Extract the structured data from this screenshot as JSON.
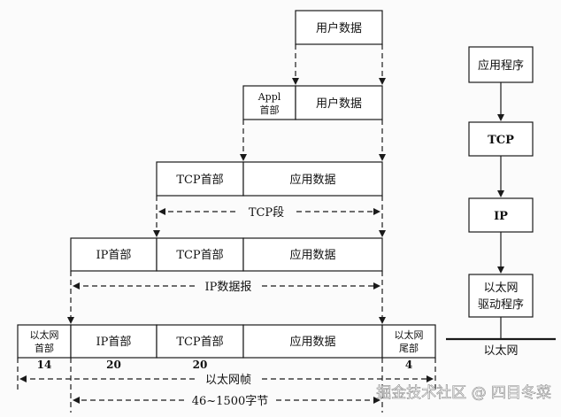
{
  "layers": {
    "user_data": "用户数据",
    "appl_header_line1": "Appl",
    "appl_header_line2": "首部",
    "user_data_2": "用户数据",
    "tcp_header": "TCP首部",
    "app_data": "应用数据",
    "tcp_segment": "TCP段",
    "ip_header": "IP首部",
    "tcp_header_2": "TCP首部",
    "app_data_2": "应用数据",
    "ip_datagram": "IP数据报",
    "eth_header_line1": "以太网",
    "eth_header_line2": "首部",
    "ip_header_2": "IP首部",
    "tcp_header_3": "TCP首部",
    "app_data_3": "应用数据",
    "eth_trailer_line1": "以太网",
    "eth_trailer_line2": "尾部"
  },
  "sizes": {
    "eth_header": "14",
    "ip_header": "20",
    "tcp_header": "20",
    "eth_trailer": "4"
  },
  "frame_labels": {
    "ethernet_frame": "以太网帧",
    "range": "46~1500字节"
  },
  "stack": {
    "app": "应用程序",
    "tcp": "TCP",
    "ip": "IP",
    "driver_line1": "以太网",
    "driver_line2": "驱动程序",
    "network": "以太网"
  },
  "watermark": "掘金技术社区 @ 四目冬菜",
  "colors": {
    "line": "#1a1a1a",
    "background": "#fbfbfb",
    "watermark": "#ffffff"
  }
}
